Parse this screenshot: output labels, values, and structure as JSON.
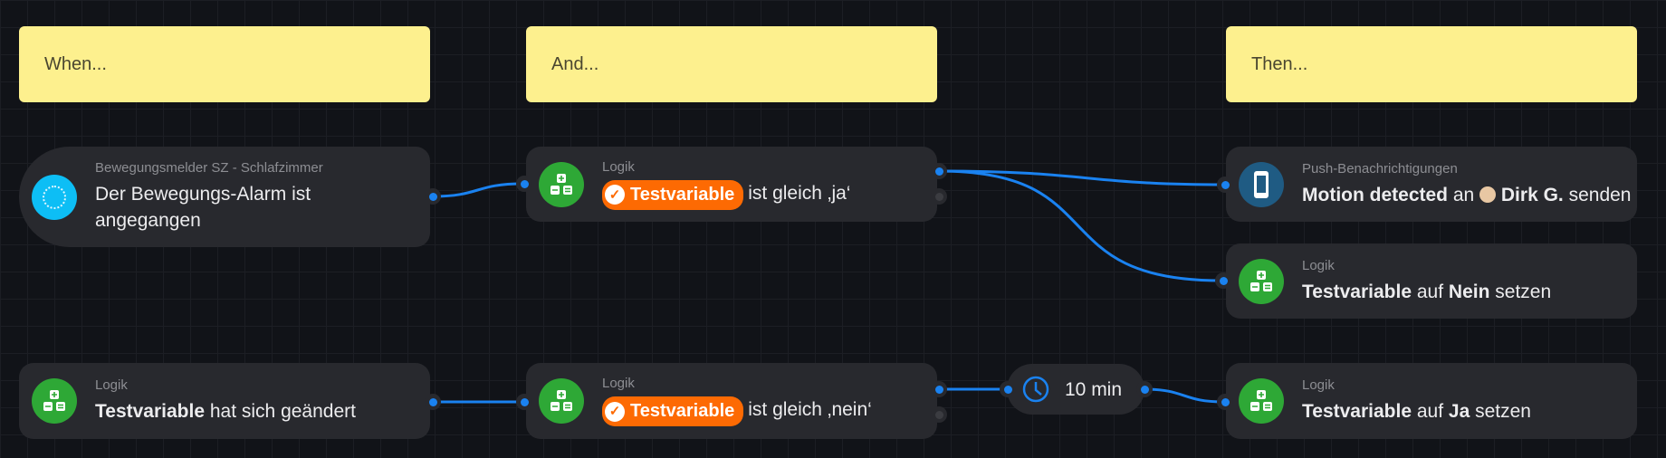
{
  "headers": {
    "when": "When...",
    "and": "And...",
    "then": "Then..."
  },
  "trigger1": {
    "subtitle": "Bewegungsmelder SZ - Schlafzimmer",
    "text": "Der Bewegungs-Alarm ist angegangen",
    "icon": "motion-sensor-icon"
  },
  "trigger2": {
    "subtitle": "Logik",
    "variable": "Testvariable",
    "text": "hat sich geändert",
    "icon": "logic-icon"
  },
  "cond1": {
    "subtitle": "Logik",
    "variable": "Testvariable",
    "text": "ist gleich ‚ja‘",
    "icon": "logic-icon"
  },
  "cond2": {
    "subtitle": "Logik",
    "variable": "Testvariable",
    "text": "ist gleich ‚nein‘",
    "icon": "logic-icon"
  },
  "delay": {
    "label": "10 min",
    "icon": "clock-icon"
  },
  "action1": {
    "subtitle": "Push-Benachrichtigungen",
    "message": "Motion detected",
    "an": "an",
    "user": "Dirk G.",
    "senden": "senden",
    "icon": "phone-icon"
  },
  "action2": {
    "subtitle": "Logik",
    "variable": "Testvariable",
    "auf": "auf",
    "value": "Nein",
    "setzen": "setzen"
  },
  "action3": {
    "subtitle": "Logik",
    "variable": "Testvariable",
    "auf": "auf",
    "value": "Ja",
    "setzen": "setzen"
  },
  "colors": {
    "wire": "#1a82f0",
    "logic": "#2ea836",
    "motion": "#0dbef5",
    "push": "#1f5b83",
    "variable": "#fd6a03",
    "header": "#fdf08e"
  }
}
